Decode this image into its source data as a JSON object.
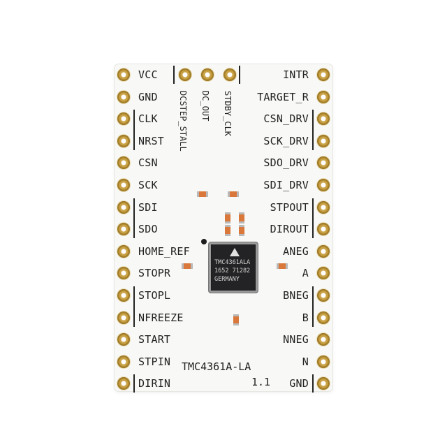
{
  "left_pins": [
    "VCC",
    "GND",
    "CLK",
    "NRST",
    "CSN",
    "SCK",
    "SDI",
    "SDO",
    "HOME_REF",
    "STOPR",
    "STOPL",
    "NFREEZE",
    "START",
    "STPIN",
    "DIRIN"
  ],
  "right_pins": [
    "INTR",
    "TARGET_R",
    "CSN_DRV",
    "SCK_DRV",
    "SDO_DRV",
    "SDI_DRV",
    "STPOUT",
    "DIROUT",
    "ANEG",
    "A",
    "BNEG",
    "B",
    "NNEG",
    "N",
    "GND"
  ],
  "top_pins": [
    "DCSTEP_STALL",
    "DC_OUT",
    "STDBY_CLK"
  ],
  "chip": {
    "line1": "TMC4361ALA",
    "line2": "1652  71282",
    "line3": "GERMANY"
  },
  "board": {
    "model": "TMC4361A-LA",
    "revision": "1.1"
  }
}
